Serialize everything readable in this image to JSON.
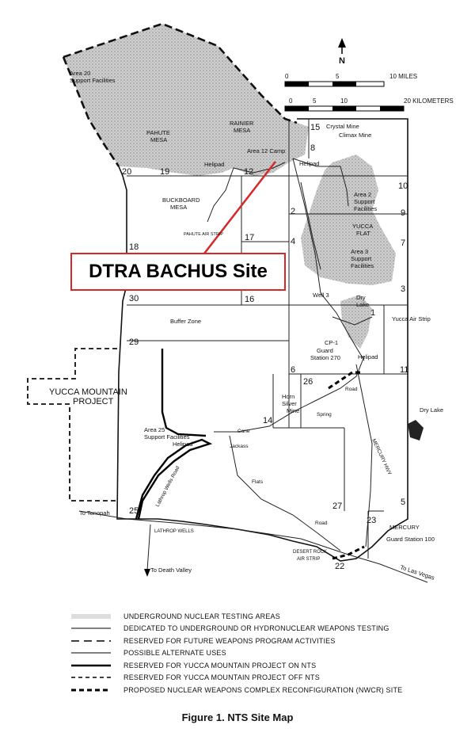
{
  "north_label": "N",
  "scale": {
    "miles_ticks": [
      "0",
      "5",
      "10 MILES"
    ],
    "km_ticks": [
      "0",
      "5",
      "10",
      "20 KILOMETERS"
    ]
  },
  "callout": {
    "text": "DTRA BACHUS Site",
    "color": "#d62828"
  },
  "area_numbers": {
    "n20": "20",
    "n19": "19",
    "n12": "12",
    "n8": "8",
    "n15": "15",
    "n10": "10",
    "n2": "2",
    "n9": "9",
    "n18": "18",
    "n17": "17",
    "n4": "4",
    "n7": "7",
    "n30": "30",
    "n16": "16",
    "n3": "3",
    "n29": "29",
    "n6": "6",
    "n11": "11",
    "n26": "26",
    "n14": "14",
    "n25": "25",
    "n27": "27",
    "n5": "5",
    "n23": "23",
    "n22": "22",
    "n1": "1"
  },
  "place_labels": {
    "area20": "Area 20",
    "support_facilities_20": "Support Facilities",
    "pahute": "PAHUTE",
    "mesa_pahute": "MESA",
    "rainier": "RAINIER",
    "mesa_rainier": "MESA",
    "area12_camp": "Area 12 Camp",
    "helipad_12": "Helipad",
    "helipad_1": "Helipad",
    "crystal_mine": "Crystal Mine",
    "climax_mine": "Climax Mine",
    "buckboard": "BUCKBOARD",
    "mesa_buckboard": "MESA",
    "pahute_air_strip": "PAHUTE AIR STRIP",
    "area2": "Area 2",
    "support_2": "Support",
    "facilities_2": "Facilities",
    "yucca": "YUCCA",
    "flat": "FLAT",
    "area3": "Area 3",
    "support_3": "Support",
    "facilities_3": "Facilities",
    "well3": "Well 3",
    "dry_lake_1": "Dry",
    "dry_lake_2": "Lake",
    "yucca_air_strip": "Yucca Air Strip",
    "buffer_zone": "Buffer Zone",
    "cp1": "CP-1",
    "guard_station": "Guard",
    "station270": "Station 270",
    "helipad_cp": "Helipad",
    "yucca_mtn_1": "YUCCA MOUNTAIN",
    "yucca_mtn_2": "PROJECT",
    "horn": "Horn",
    "silver": "Silver",
    "mine": "Mine",
    "spring": "Spring",
    "road_26": "Road",
    "area25_1": "Area 25",
    "area25_2": "Support Facilities",
    "area25_helipad": "Helipad",
    "cane": "Cane",
    "jackass": "Jackass",
    "flats": "Flats",
    "road_flats": "Road",
    "lathrop_road": "Lathrop Wells Road",
    "mercury_hwy": "MERCURY HWY",
    "dry_lake_right": "Dry Lake",
    "to_tonopah": "To Tonopah",
    "lathrop_wells": "LATHROP WELLS",
    "mercury": "MERCURY",
    "guard100": "Guard Station 100",
    "desert_rock_1": "DESERT ROCK",
    "desert_rock_2": "AIR STRIP",
    "to_death_valley": "To Death Valley",
    "to_las_vegas": "To Las Vegas"
  },
  "legend": [
    {
      "text": "UNDERGROUND NUCLEAR TESTING AREAS",
      "symbol": "shaded"
    },
    {
      "text": "DEDICATED TO UNDERGROUND OR HYDRONUCLEAR WEAPONS TESTING",
      "symbol": "thin-solid"
    },
    {
      "text": "RESERVED FOR FUTURE WEAPONS PROGRAM ACTIVITIES",
      "symbol": "long-dash"
    },
    {
      "text": "POSSIBLE ALTERNATE USES",
      "symbol": "thin-solid"
    },
    {
      "text": "RESERVED FOR YUCCA MOUNTAIN PROJECT ON NTS",
      "symbol": "thick-solid"
    },
    {
      "text": "RESERVED FOR YUCCA MOUNTAIN PROJECT OFF NTS",
      "symbol": "short-dash"
    },
    {
      "text": "PROPOSED NUCLEAR WEAPONS COMPLEX RECONFIGURATION (NWCR) SITE",
      "symbol": "heavy-dash"
    }
  ],
  "caption": "Figure 1.  NTS Site Map"
}
